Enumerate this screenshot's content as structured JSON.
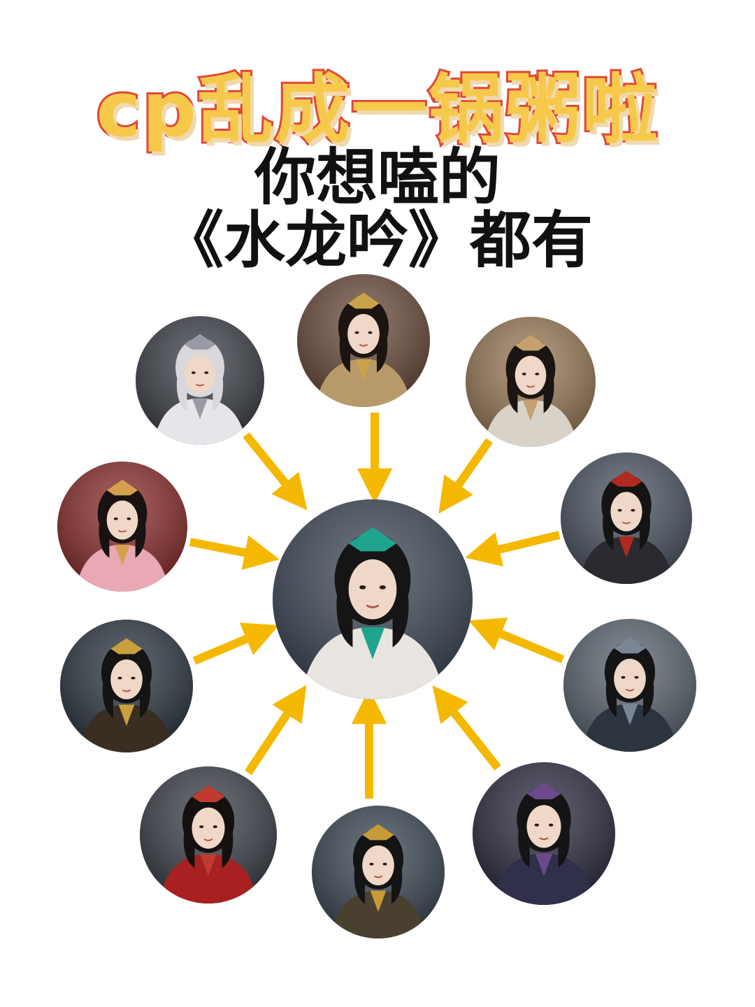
{
  "header": {
    "title": "cp乱成一锅粥啦",
    "subtitle_line1": "你想嗑的",
    "subtitle_line2": "《水龙吟》都有"
  },
  "colors": {
    "title_fill": "#f7c94a",
    "title_stroke": "#e0473a",
    "arrow": "#f5b800",
    "subtitle": "#111111"
  },
  "portraits": [
    {
      "name": "center",
      "bg": "#3c4656",
      "costume": "#e8e4e0",
      "hair": "#151515",
      "accent": "#1fa38f"
    },
    {
      "name": "top",
      "bg": "#6a4a3a",
      "costume": "#b89a6a",
      "hair": "#1c1410",
      "accent": "#c9a24a"
    },
    {
      "name": "top-left",
      "bg": "#3a3e46",
      "costume": "#e6e6ea",
      "hair": "#d8d8dc",
      "accent": "#9a9aa6"
    },
    {
      "name": "top-right",
      "bg": "#9a7a56",
      "costume": "#d8d2c8",
      "hair": "#1a1412",
      "accent": "#c8a070"
    },
    {
      "name": "left-upper",
      "bg": "#8a2a2a",
      "costume": "#e8a8b4",
      "hair": "#1a1212",
      "accent": "#d4a050"
    },
    {
      "name": "right-upper",
      "bg": "#4a5262",
      "costume": "#2a2a30",
      "hair": "#141414",
      "accent": "#b02a1e"
    },
    {
      "name": "left-lower",
      "bg": "#2a3440",
      "costume": "#3a2e22",
      "hair": "#141414",
      "accent": "#c8a040"
    },
    {
      "name": "right-lower",
      "bg": "#5a6470",
      "costume": "#2c3440",
      "hair": "#141414",
      "accent": "#7a8694"
    },
    {
      "name": "bottom-left",
      "bg": "#3a4048",
      "costume": "#a82020",
      "hair": "#141010",
      "accent": "#c03a30"
    },
    {
      "name": "bottom",
      "bg": "#3a4654",
      "costume": "#4a4030",
      "hair": "#141414",
      "accent": "#c89a3a"
    },
    {
      "name": "bottom-right",
      "bg": "#2a2a40",
      "costume": "#30304a",
      "hair": "#141414",
      "accent": "#6a4a8a"
    }
  ]
}
